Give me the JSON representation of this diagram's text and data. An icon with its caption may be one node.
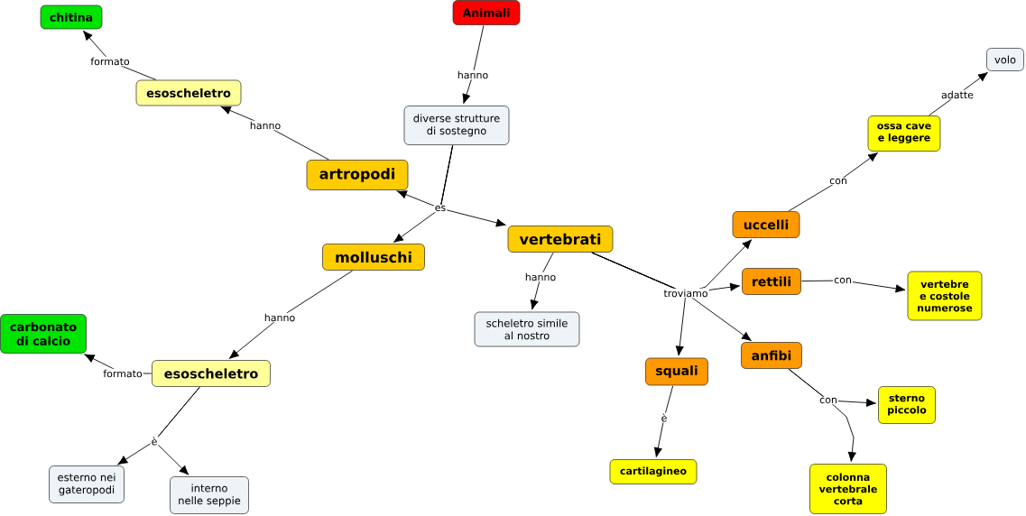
{
  "diagram": {
    "nodes": [
      {
        "text": [
          "chitina"
        ]
      },
      {
        "text": [
          "Animali"
        ]
      },
      {
        "text": [
          "esoscheletro"
        ]
      },
      {
        "text": [
          "volo"
        ]
      },
      {
        "text": [
          "diverse strutture di sostegno"
        ]
      },
      {
        "text": [
          "ossa cave e leggere"
        ]
      },
      {
        "text": [
          "artropodi"
        ]
      },
      {
        "text": [
          "uccelli"
        ]
      },
      {
        "text": [
          "vertebrati"
        ]
      },
      {
        "text": [
          "molluschi"
        ]
      },
      {
        "text": [
          "rettili"
        ]
      },
      {
        "text": [
          "vertebre e costole numerose"
        ]
      },
      {
        "text": [
          "scheletro simile al nostro"
        ]
      },
      {
        "text": [
          "carbonato di calcio"
        ]
      },
      {
        "text": [
          "anfibi"
        ]
      },
      {
        "text": [
          "esoscheletro"
        ]
      },
      {
        "text": [
          "squali"
        ]
      },
      {
        "text": [
          "sterno piccolo"
        ]
      },
      {
        "text": [
          "cartilagineo"
        ]
      },
      {
        "text": [
          "esterno nei gateropodi"
        ]
      },
      {
        "text": [
          "interno nelle seppie"
        ]
      },
      {
        "text": [
          "colonna vertebrale corta"
        ]
      }
    ],
    "edges": [
      {
        "from": 1,
        "to": 4,
        "arrow": "to",
        "label": "hanno"
      },
      {
        "from": 4,
        "to": 6,
        "arrow": "to",
        "label": "es"
      },
      {
        "from": 4,
        "to": 9,
        "arrow": "to"
      },
      {
        "from": 4,
        "to": 8,
        "arrow": "to"
      },
      {
        "from": 6,
        "to": 2,
        "arrow": "to",
        "label": "hanno"
      },
      {
        "from": 2,
        "to": 0,
        "arrow": "to",
        "label": "formato"
      },
      {
        "from": 9,
        "to": 15,
        "arrow": "to",
        "label": "hanno"
      },
      {
        "from": 15,
        "to": 13,
        "arrow": "to",
        "label": "formato"
      },
      {
        "from": 15,
        "to": 19,
        "arrow": "to",
        "label": "è"
      },
      {
        "from": 15,
        "to": 20,
        "arrow": "to"
      },
      {
        "from": 8,
        "to": 12,
        "arrow": "to",
        "label": "hanno"
      },
      {
        "from": 8,
        "to": 7,
        "arrow": "to",
        "label": "troviamo"
      },
      {
        "from": 8,
        "to": 10,
        "arrow": "to"
      },
      {
        "from": 8,
        "to": 14,
        "arrow": "to"
      },
      {
        "from": 8,
        "to": 16,
        "arrow": "to"
      },
      {
        "from": 7,
        "to": 5,
        "arrow": "to",
        "label": "con"
      },
      {
        "from": 5,
        "to": 3,
        "arrow": "to",
        "label": "adatte"
      },
      {
        "from": 10,
        "to": 11,
        "arrow": "to",
        "label": "con"
      },
      {
        "from": 14,
        "to": 17,
        "arrow": "to",
        "label": "con"
      },
      {
        "from": 14,
        "to": 21,
        "arrow": "to"
      },
      {
        "from": 16,
        "to": 18,
        "arrow": "to",
        "label": "è"
      }
    ]
  }
}
